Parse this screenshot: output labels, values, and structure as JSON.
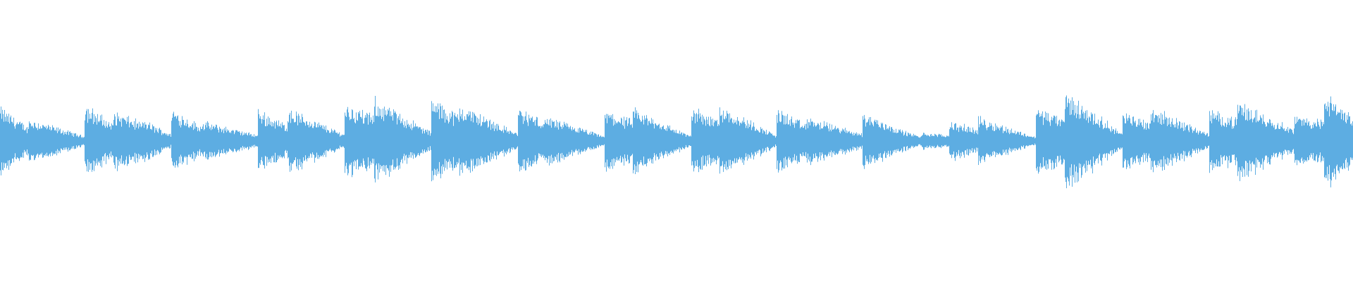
{
  "waveform": {
    "color": "#5dade2",
    "background": "#ffffff",
    "segments": [
      {
        "start": 0.0,
        "end": 0.021,
        "amp": 0.24,
        "decay": 0.6
      },
      {
        "start": 0.021,
        "end": 0.063,
        "amp": 0.16,
        "decay": 0.8
      },
      {
        "start": 0.063,
        "end": 0.084,
        "amp": 0.26,
        "decay": 0.55
      },
      {
        "start": 0.084,
        "end": 0.106,
        "amp": 0.21,
        "decay": 0.4
      },
      {
        "start": 0.106,
        "end": 0.127,
        "amp": 0.15,
        "decay": 0.7
      },
      {
        "start": 0.127,
        "end": 0.149,
        "amp": 0.23,
        "decay": 0.55
      },
      {
        "start": 0.149,
        "end": 0.191,
        "amp": 0.14,
        "decay": 0.7
      },
      {
        "start": 0.191,
        "end": 0.213,
        "amp": 0.22,
        "decay": 0.5
      },
      {
        "start": 0.213,
        "end": 0.255,
        "amp": 0.23,
        "decay": 0.8
      },
      {
        "start": 0.255,
        "end": 0.277,
        "amp": 0.26,
        "decay": 0.3
      },
      {
        "start": 0.277,
        "end": 0.319,
        "amp": 0.3,
        "decay": 0.8
      },
      {
        "start": 0.319,
        "end": 0.34,
        "amp": 0.3,
        "decay": 0.4
      },
      {
        "start": 0.34,
        "end": 0.383,
        "amp": 0.26,
        "decay": 0.8
      },
      {
        "start": 0.383,
        "end": 0.404,
        "amp": 0.23,
        "decay": 0.4
      },
      {
        "start": 0.404,
        "end": 0.447,
        "amp": 0.17,
        "decay": 0.8
      },
      {
        "start": 0.447,
        "end": 0.468,
        "amp": 0.22,
        "decay": 0.35
      },
      {
        "start": 0.468,
        "end": 0.511,
        "amp": 0.23,
        "decay": 0.85
      },
      {
        "start": 0.511,
        "end": 0.532,
        "amp": 0.24,
        "decay": 0.35
      },
      {
        "start": 0.532,
        "end": 0.574,
        "amp": 0.26,
        "decay": 0.85
      },
      {
        "start": 0.574,
        "end": 0.596,
        "amp": 0.23,
        "decay": 0.5
      },
      {
        "start": 0.596,
        "end": 0.638,
        "amp": 0.17,
        "decay": 0.7
      },
      {
        "start": 0.638,
        "end": 0.66,
        "amp": 0.2,
        "decay": 0.45
      },
      {
        "start": 0.66,
        "end": 0.681,
        "amp": 0.1,
        "decay": 0.7
      },
      {
        "start": 0.681,
        "end": 0.702,
        "amp": 0.06,
        "decay": 0.3
      },
      {
        "start": 0.702,
        "end": 0.723,
        "amp": 0.14,
        "decay": 0.4
      },
      {
        "start": 0.723,
        "end": 0.766,
        "amp": 0.17,
        "decay": 0.85
      },
      {
        "start": 0.766,
        "end": 0.787,
        "amp": 0.24,
        "decay": 0.35
      },
      {
        "start": 0.787,
        "end": 0.83,
        "amp": 0.35,
        "decay": 0.85
      },
      {
        "start": 0.83,
        "end": 0.851,
        "amp": 0.2,
        "decay": 0.3
      },
      {
        "start": 0.851,
        "end": 0.894,
        "amp": 0.24,
        "decay": 0.8
      },
      {
        "start": 0.894,
        "end": 0.915,
        "amp": 0.22,
        "decay": 0.3
      },
      {
        "start": 0.915,
        "end": 0.957,
        "amp": 0.28,
        "decay": 0.7
      },
      {
        "start": 0.957,
        "end": 0.979,
        "amp": 0.18,
        "decay": 0.2
      },
      {
        "start": 0.979,
        "end": 1.0,
        "amp": 0.34,
        "decay": 0.5
      }
    ]
  }
}
